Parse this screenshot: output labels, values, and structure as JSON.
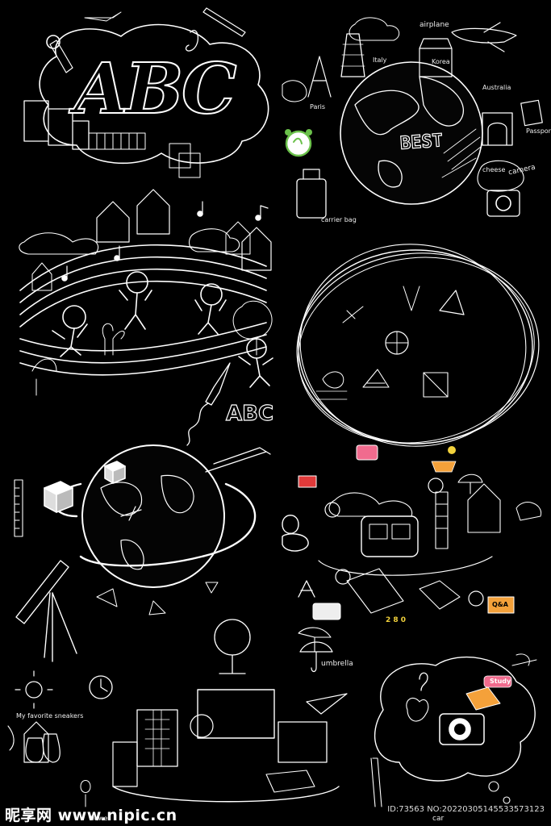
{
  "palette": {
    "background": "#000000",
    "line": "#ffffff",
    "pink": "#f06b8e",
    "orange": "#f4a13a",
    "green": "#6ac04a",
    "red": "#e03a3a",
    "yellow": "#f2d23c"
  },
  "labels": {
    "abc_title": "ABC",
    "abc_small": "ABC",
    "best": "BEST",
    "airplane": "airplane",
    "italy": "Italy",
    "korea": "Korea",
    "australia": "Australia",
    "paris": "Paris",
    "passport": "Passport",
    "camera": "camera",
    "cheese": "cheese",
    "carrier_bag": "carrier bag",
    "study": "Study",
    "umbrella": "umbrella",
    "sneakers": "My favorite sneakers",
    "car": "car",
    "flower": "flower",
    "qa": "Q&A",
    "numbers": "2 8 0"
  },
  "watermark": {
    "site": "昵享网 www.nipic.cn",
    "id": "ID:73563 NO:20220305145533573123"
  }
}
